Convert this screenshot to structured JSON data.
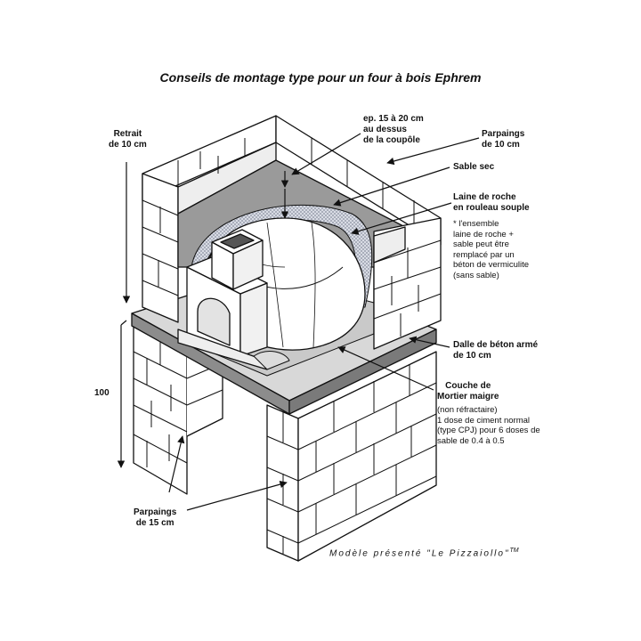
{
  "title": "Conseils de montage type pour un four à bois Ephrem",
  "labels": {
    "retrait": [
      "Retrait",
      "de 10 cm"
    ],
    "epaisseur": [
      "ep. 15 à 20 cm",
      "au dessus",
      "de la coupôle"
    ],
    "parpaings10": [
      "Parpaings",
      "de 10 cm"
    ],
    "sable_sec": "Sable sec",
    "laine": [
      "Laine de roche",
      "en rouleau souple"
    ],
    "note": [
      "* l'ensemble",
      "laine de roche +",
      "sable peut être",
      "remplacé par un",
      "béton de vermiculite",
      "(sans sable)"
    ],
    "dalle": [
      "Dalle de béton armé",
      "de 10 cm"
    ],
    "couche": [
      "Couche de",
      "Mortier maigre"
    ],
    "mortier_note": [
      "(non réfractaire)",
      "1 dose de ciment normal",
      "(type CPJ) pour 6 doses de",
      "sable de 0.4 à 0.5"
    ],
    "hauteur": "100",
    "parpaings15": [
      "Parpaings",
      "de 15 cm"
    ]
  },
  "model": {
    "text": "Modèle présenté \"Le Pizzaiollo\"",
    "mark": "TM"
  },
  "colors": {
    "line": "#111111",
    "block": "#ffffff",
    "slab": "#8c8c8c",
    "sand": "#9a9a9a",
    "insulation": "#cfd3dc",
    "dome": "#ffffff"
  }
}
